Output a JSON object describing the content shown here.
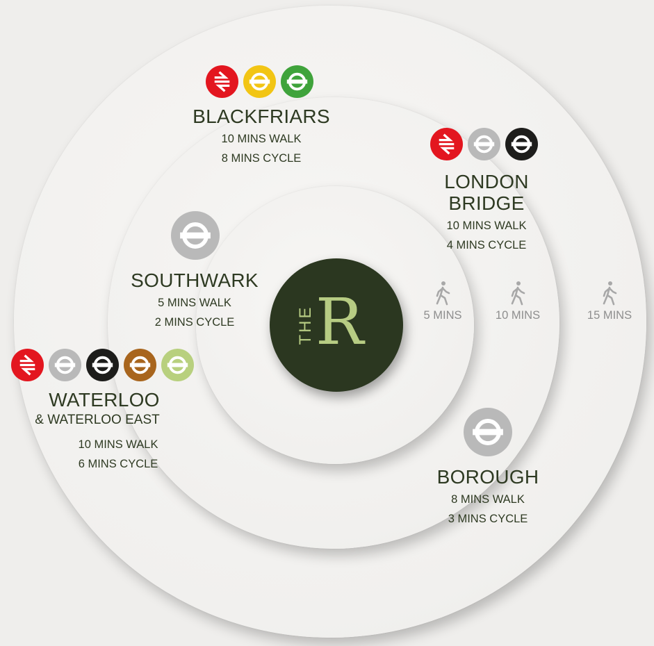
{
  "colors": {
    "national_rail": "#e3161f",
    "circle_yellow": "#f2c514",
    "district_green": "#3fa33b",
    "jubilee_grey": "#b9b9b9",
    "northern_black": "#1d1d1b",
    "bakerloo_brown": "#a8651d",
    "waterloo_city_green": "#b8d07e",
    "logo_dark": "#2b3720",
    "logo_light": "#b7cc83"
  },
  "center_logo": {
    "the": "THE",
    "r": "R"
  },
  "walk_markers": [
    {
      "icon": "walking-person-icon",
      "label": "5 MINS"
    },
    {
      "icon": "walking-person-icon",
      "label": "10 MINS"
    },
    {
      "icon": "walking-person-icon",
      "label": "15 MINS"
    }
  ],
  "stations": {
    "blackfriars": {
      "name": "BLACKFRIARS",
      "walk": "10 MINS WALK",
      "cycle": "8 MINS CYCLE",
      "icons": [
        "national-rail-icon",
        "underground-roundel-yellow-icon",
        "underground-roundel-green-icon"
      ]
    },
    "london_bridge": {
      "name_line1": "LONDON",
      "name_line2": "BRIDGE",
      "walk": "10 MINS WALK",
      "cycle": "4 MINS CYCLE",
      "icons": [
        "national-rail-icon",
        "underground-roundel-grey-icon",
        "underground-roundel-black-icon"
      ]
    },
    "southwark": {
      "name": "SOUTHWARK",
      "walk": "5 MINS WALK",
      "cycle": "2 MINS CYCLE",
      "icons": [
        "underground-roundel-grey-icon"
      ]
    },
    "waterloo": {
      "name": "WATERLOO",
      "subtitle": "& WATERLOO EAST",
      "walk": "10 MINS WALK",
      "cycle": "6 MINS CYCLE",
      "icons": [
        "national-rail-icon",
        "underground-roundel-grey-icon",
        "underground-roundel-black-icon",
        "underground-roundel-brown-icon",
        "underground-roundel-light-green-icon"
      ]
    },
    "borough": {
      "name": "BOROUGH",
      "walk": "8 MINS WALK",
      "cycle": "3 MINS CYCLE",
      "icons": [
        "underground-roundel-grey-icon"
      ]
    }
  }
}
